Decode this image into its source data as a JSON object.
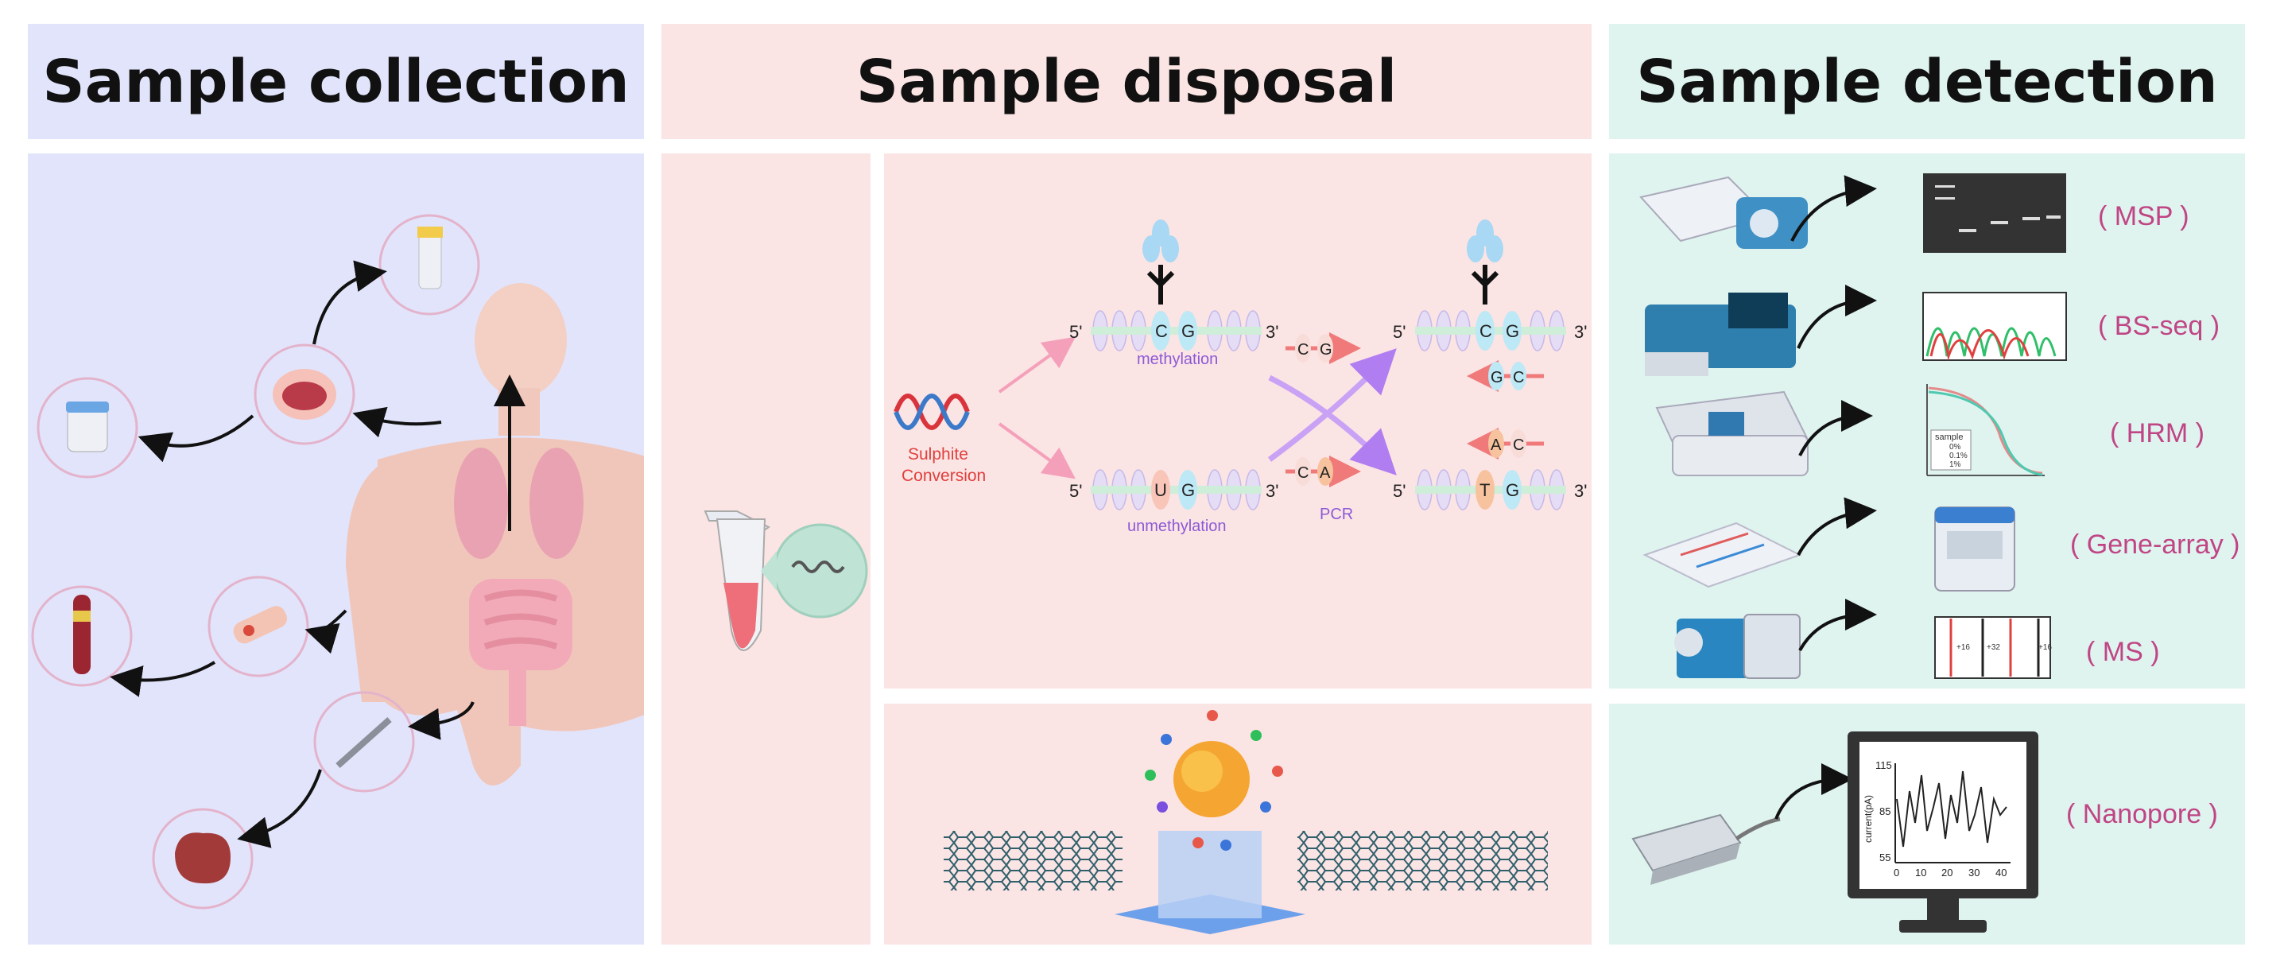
{
  "headers": {
    "collection": "Sample collection",
    "disposal": "Sample disposal",
    "detection": "Sample detection"
  },
  "conversion": {
    "sulphite_line1": "Sulphite",
    "sulphite_line2": "Conversion",
    "five_prime": "5'",
    "three_prime": "3'",
    "methylation": "methylation",
    "unmethylation": "unmethylation",
    "pcr": "PCR",
    "bases": {
      "m_left": "C",
      "m_right": "G",
      "u_left": "U",
      "u_right": "G",
      "cg_mid_left": "C",
      "cg_mid_right": "G",
      "ca_mid_left": "C",
      "ca_mid_right": "A",
      "top_left": "C",
      "top_right": "G",
      "gc_left": "G",
      "gc_right": "C",
      "ac_left": "A",
      "ac_right": "C",
      "bot_left": "T",
      "bot_right": "G"
    }
  },
  "detection": {
    "methods": [
      "( MSP )",
      "( BS-seq )",
      "( HRM )",
      "( Gene-array )",
      "( MS )",
      "( Nanopore )"
    ],
    "hrm_legend": [
      "sample",
      "0%",
      "0.1%",
      "1%"
    ],
    "ms_peaks": [
      "+16",
      "+32",
      "+16"
    ],
    "nano_yticks": [
      "115",
      "85",
      "55"
    ],
    "nano_xticks": [
      "0",
      "10",
      "20",
      "30",
      "40"
    ],
    "nano_ylabel": "current(pA)"
  },
  "colors": {
    "collection_bg": "#e2e4fb",
    "disposal_bg": "#fbe4e4",
    "detection_bg": "#dff4ef"
  }
}
